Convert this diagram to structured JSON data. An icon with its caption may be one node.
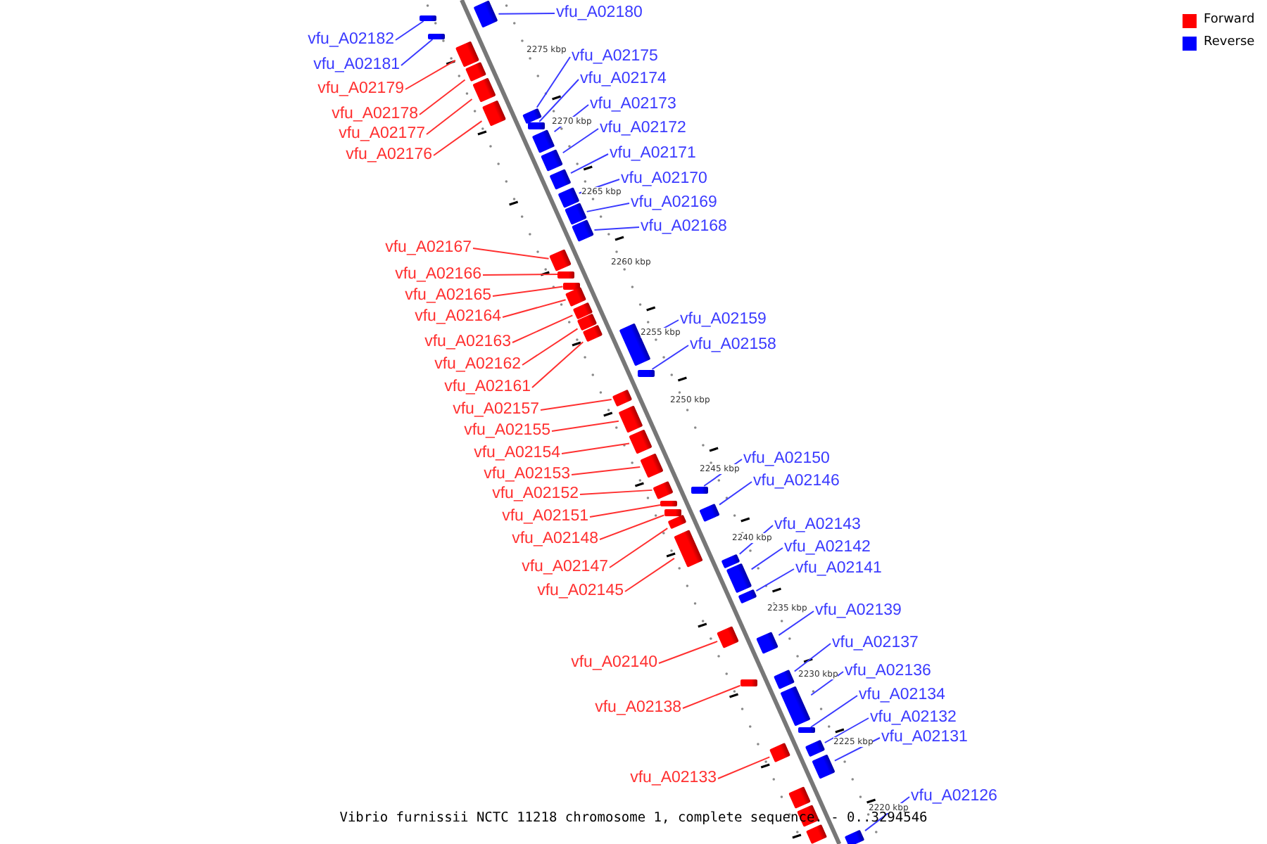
{
  "diagram": {
    "caption": "Vibrio furnissii NCTC 11218 chromosome 1, complete sequence. - 0..3294546",
    "nodes": [
      {
        "text": [
          "vfu_A02180"
        ]
      },
      {
        "text": [
          "vfu_A02182"
        ]
      },
      {
        "text": [
          "vfu_A02181"
        ]
      },
      {
        "text": [
          "vfu_A02175"
        ]
      },
      {
        "text": [
          "vfu_A02174"
        ]
      },
      {
        "text": [
          "vfu_A02179"
        ]
      },
      {
        "text": [
          "vfu_A02173"
        ]
      },
      {
        "text": [
          "vfu_A02178"
        ]
      },
      {
        "text": [
          "vfu_A02172"
        ]
      },
      {
        "text": [
          "vfu_A02177"
        ]
      },
      {
        "text": [
          "vfu_A02171"
        ]
      },
      {
        "text": [
          "vfu_A02176"
        ]
      },
      {
        "text": [
          "vfu_A02170"
        ]
      },
      {
        "text": [
          "vfu_A02169"
        ]
      },
      {
        "text": [
          "vfu_A02168"
        ]
      },
      {
        "text": [
          "vfu_A02167"
        ]
      },
      {
        "text": [
          "vfu_A02166"
        ]
      },
      {
        "text": [
          "vfu_A02165"
        ]
      },
      {
        "text": [
          "vfu_A02164"
        ]
      },
      {
        "text": [
          "vfu_A02159"
        ]
      },
      {
        "text": [
          "vfu_A02163"
        ]
      },
      {
        "text": [
          "vfu_A02158"
        ]
      },
      {
        "text": [
          "vfu_A02162"
        ]
      },
      {
        "text": [
          "vfu_A02161"
        ]
      },
      {
        "text": [
          "vfu_A02157"
        ]
      },
      {
        "text": [
          "vfu_A02155"
        ]
      },
      {
        "text": [
          "vfu_A02154"
        ]
      },
      {
        "text": [
          "vfu_A02150"
        ]
      },
      {
        "text": [
          "vfu_A02153"
        ]
      },
      {
        "text": [
          "vfu_A02146"
        ]
      },
      {
        "text": [
          "vfu_A02152"
        ]
      },
      {
        "text": [
          "vfu_A02151"
        ]
      },
      {
        "text": [
          "vfu_A02143"
        ]
      },
      {
        "text": [
          "vfu_A02148"
        ]
      },
      {
        "text": [
          "vfu_A02142"
        ]
      },
      {
        "text": [
          "vfu_A02147"
        ]
      },
      {
        "text": [
          "vfu_A02141"
        ]
      },
      {
        "text": [
          "vfu_A02145"
        ]
      },
      {
        "text": [
          "vfu_A02139"
        ]
      },
      {
        "text": [
          "vfu_A02137"
        ]
      },
      {
        "text": [
          "vfu_A02140"
        ]
      },
      {
        "text": [
          "vfu_A02136"
        ]
      },
      {
        "text": [
          "vfu_A02134"
        ]
      },
      {
        "text": [
          "vfu_A02138"
        ]
      },
      {
        "text": [
          "vfu_A02132"
        ]
      },
      {
        "text": [
          "vfu_A02131"
        ]
      },
      {
        "text": [
          "vfu_A02133"
        ]
      },
      {
        "text": [
          "vfu_A02126"
        ]
      },
      {
        "text": [],
        "shape": "bar"
      },
      {
        "text": [],
        "shape": "bar"
      },
      {
        "text": [],
        "shape": "bar"
      },
      {
        "text": [],
        "shape": "bar"
      },
      {
        "text": [],
        "shape": "bar"
      },
      {
        "text": [],
        "shape": "bar"
      },
      {
        "text": [],
        "shape": "bar"
      },
      {
        "text": [],
        "shape": "bar"
      },
      {
        "text": [],
        "shape": "bar"
      },
      {
        "text": [],
        "shape": "bar"
      },
      {
        "text": [],
        "shape": "bar"
      },
      {
        "text": [],
        "shape": "bar"
      },
      {
        "text": [],
        "shape": "bar"
      },
      {
        "text": [],
        "shape": "bar"
      },
      {
        "text": [],
        "shape": "bar"
      },
      {
        "text": [],
        "shape": "bar"
      },
      {
        "text": [],
        "shape": "bar"
      },
      {
        "text": [],
        "shape": "bar"
      },
      {
        "text": [],
        "shape": "bar"
      },
      {
        "text": [],
        "shape": "bar"
      },
      {
        "text": [],
        "shape": "bar"
      },
      {
        "text": [],
        "shape": "bar"
      },
      {
        "text": [],
        "shape": "bar"
      },
      {
        "text": [],
        "shape": "bar"
      },
      {
        "text": [],
        "shape": "bar"
      },
      {
        "text": [],
        "shape": "bar"
      },
      {
        "text": [],
        "shape": "bar"
      },
      {
        "text": [],
        "shape": "bar"
      },
      {
        "text": [],
        "shape": "bar"
      },
      {
        "text": [],
        "shape": "bar"
      },
      {
        "text": [],
        "shape": "bar"
      },
      {
        "text": [],
        "shape": "bar"
      },
      {
        "text": [],
        "shape": "bar"
      },
      {
        "text": [],
        "shape": "bar"
      },
      {
        "text": [],
        "shape": "bar"
      },
      {
        "text": [],
        "shape": "bar"
      },
      {
        "text": [],
        "shape": "bar"
      },
      {
        "text": [],
        "shape": "bar"
      },
      {
        "text": [],
        "shape": "bar"
      },
      {
        "text": [],
        "shape": "bar"
      },
      {
        "text": [],
        "shape": "bar"
      },
      {
        "text": [],
        "shape": "bar"
      },
      {
        "text": [],
        "shape": "bar"
      },
      {
        "text": [],
        "shape": "bar"
      },
      {
        "text": [],
        "shape": "bar"
      },
      {
        "text": [],
        "shape": "bar"
      },
      {
        "text": [],
        "shape": "bar"
      },
      {
        "text": [],
        "shape": "bar"
      },
      {
        "text": [],
        "shape": "bar"
      },
      {
        "text": [],
        "shape": "bar"
      },
      {
        "text": [],
        "shape": "bar"
      }
    ],
    "edges": [
      {
        "from": 0,
        "to": 48,
        "arrow": "none"
      },
      {
        "from": 1,
        "to": 49,
        "arrow": "none"
      },
      {
        "from": 2,
        "to": 50,
        "arrow": "none"
      },
      {
        "from": 3,
        "to": 55,
        "arrow": "none"
      },
      {
        "from": 4,
        "to": 56,
        "arrow": "none"
      },
      {
        "from": 5,
        "to": 51,
        "arrow": "none",
        "color": "#ff3030"
      },
      {
        "from": 6,
        "to": 57,
        "arrow": "none"
      },
      {
        "from": 7,
        "to": 52,
        "arrow": "none",
        "color": "#ff3030"
      },
      {
        "from": 8,
        "to": 58,
        "arrow": "none"
      },
      {
        "from": 9,
        "to": 53,
        "arrow": "none",
        "color": "#ff3030"
      },
      {
        "from": 10,
        "to": 59,
        "arrow": "none"
      },
      {
        "from": 11,
        "to": 54,
        "arrow": "none",
        "color": "#ff3030"
      },
      {
        "from": 12,
        "to": 60,
        "arrow": "none"
      },
      {
        "from": 13,
        "to": 61,
        "arrow": "none"
      },
      {
        "from": 14,
        "to": 62,
        "arrow": "none"
      },
      {
        "from": 15,
        "to": 63,
        "arrow": "none",
        "color": "#ff3030"
      },
      {
        "from": 16,
        "to": 64,
        "arrow": "none",
        "color": "#ff3030"
      },
      {
        "from": 17,
        "to": 65,
        "arrow": "none",
        "color": "#ff3030"
      },
      {
        "from": 18,
        "to": 66,
        "arrow": "none",
        "color": "#ff3030"
      },
      {
        "from": 19,
        "to": 70,
        "arrow": "none"
      },
      {
        "from": 20,
        "to": 67,
        "arrow": "none",
        "color": "#ff3030"
      },
      {
        "from": 21,
        "to": 71,
        "arrow": "none"
      },
      {
        "from": 22,
        "to": 68,
        "arrow": "none",
        "color": "#ff3030"
      },
      {
        "from": 23,
        "to": 69,
        "arrow": "none",
        "color": "#ff3030"
      },
      {
        "from": 24,
        "to": 72,
        "arrow": "none",
        "color": "#ff3030"
      },
      {
        "from": 25,
        "to": 73,
        "arrow": "none",
        "color": "#ff3030"
      },
      {
        "from": 26,
        "to": 74,
        "arrow": "none",
        "color": "#ff3030"
      },
      {
        "from": 27,
        "to": 77,
        "arrow": "none"
      },
      {
        "from": 28,
        "to": 75,
        "arrow": "none",
        "color": "#ff3030"
      },
      {
        "from": 29,
        "to": 80,
        "arrow": "none"
      },
      {
        "from": 30,
        "to": 76,
        "arrow": "none",
        "color": "#ff3030"
      },
      {
        "from": 31,
        "to": 78,
        "arrow": "none",
        "color": "#ff3030"
      },
      {
        "from": 32,
        "to": 83,
        "arrow": "none"
      },
      {
        "from": 33,
        "to": 79,
        "arrow": "none",
        "color": "#ff3030"
      },
      {
        "from": 34,
        "to": 84,
        "arrow": "none"
      },
      {
        "from": 35,
        "to": 81,
        "arrow": "none",
        "color": "#ff3030"
      },
      {
        "from": 36,
        "to": 85,
        "arrow": "none"
      },
      {
        "from": 37,
        "to": 82,
        "arrow": "none",
        "color": "#ff3030"
      },
      {
        "from": 38,
        "to": 87,
        "arrow": "none"
      },
      {
        "from": 39,
        "to": 88,
        "arrow": "none"
      },
      {
        "from": 40,
        "to": 86,
        "arrow": "none",
        "color": "#ff3030"
      },
      {
        "from": 41,
        "to": 90,
        "arrow": "none"
      },
      {
        "from": 42,
        "to": 91,
        "arrow": "none"
      },
      {
        "from": 43,
        "to": 89,
        "arrow": "none",
        "color": "#ff3030"
      },
      {
        "from": 44,
        "to": 92,
        "arrow": "none"
      },
      {
        "from": 45,
        "to": 94,
        "arrow": "none"
      },
      {
        "from": 46,
        "to": 93,
        "arrow": "none",
        "color": "#ff3030"
      },
      {
        "from": 47,
        "to": 98,
        "arrow": "none"
      }
    ],
    "labels": [
      "2275 kbp",
      "2270 kbp",
      "2265 kbp",
      "2260 kbp",
      "2255 kbp",
      "2250 kbp",
      "2245 kbp",
      "2240 kbp",
      "2235 kbp",
      "2230 kbp",
      "2225 kbp",
      "2220 kbp"
    ],
    "legend": [
      {
        "text": "Forward",
        "color": "#ff0000"
      },
      {
        "text": "Reverse",
        "color": "#0000ff"
      }
    ]
  }
}
